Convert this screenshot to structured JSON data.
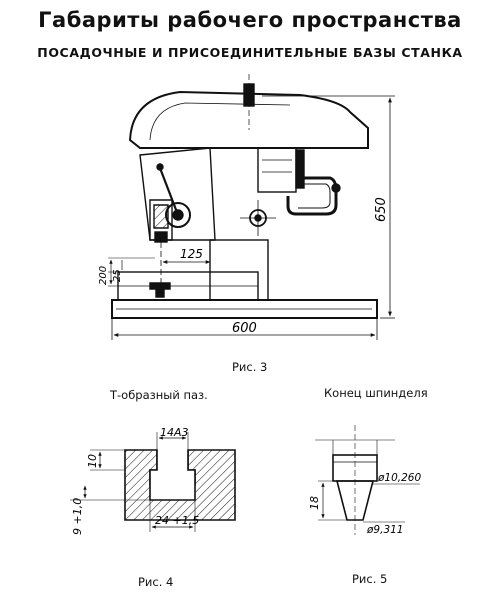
{
  "header": {
    "title": "Габариты рабочего пространства",
    "subtitle": "ПОСАДОЧНЫЕ И ПРИСОЕДИНИТЕЛЬНЫЕ БАЗЫ СТАНКА"
  },
  "figure3": {
    "caption": "Рис. 3",
    "dims": {
      "width": "600",
      "height": "650",
      "reach": "125",
      "d200": "200",
      "d25": "25"
    }
  },
  "figure4": {
    "label": "Т-образный паз.",
    "caption": "Рис. 4",
    "dims": {
      "top": "14А3",
      "h10": "10",
      "h9": "9 +1,0",
      "bottom": "24 +1,5"
    }
  },
  "figure5": {
    "label": "Конец шпинделя",
    "caption": "Рис. 5",
    "dims": {
      "len": "18",
      "d1": "ø10,260",
      "d2": "ø9,311"
    }
  }
}
